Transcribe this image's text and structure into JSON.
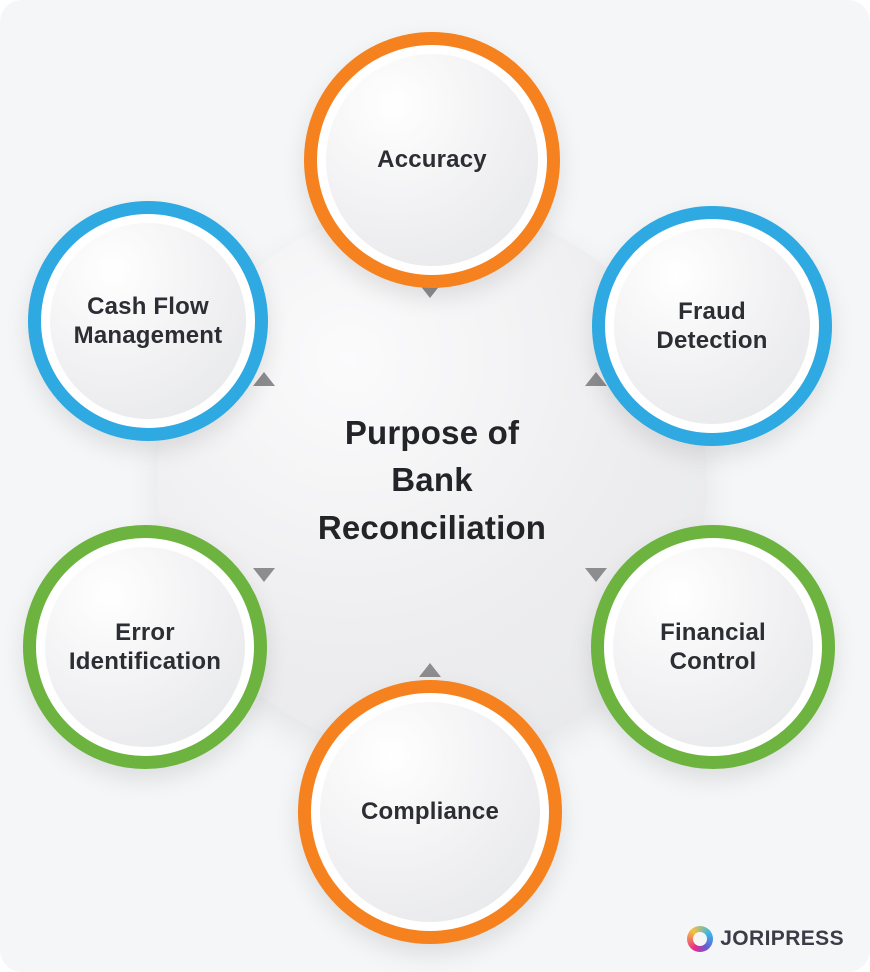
{
  "title": "Purpose of\nBank\nReconciliation",
  "nodes": [
    {
      "id": "accuracy",
      "label": "Accuracy",
      "ring_color": "#F5821F"
    },
    {
      "id": "fraud-detection",
      "label": "Fraud\nDetection",
      "ring_color": "#2EA9E1"
    },
    {
      "id": "cash-flow-management",
      "label": "Cash Flow\nManagement",
      "ring_color": "#2EA9E1"
    },
    {
      "id": "error-identification",
      "label": "Error\nIdentification",
      "ring_color": "#6CB33F"
    },
    {
      "id": "financial-control",
      "label": "Financial\nControl",
      "ring_color": "#6CB33F"
    },
    {
      "id": "compliance",
      "label": "Compliance",
      "ring_color": "#F5821F"
    }
  ],
  "colors": {
    "orange": "#F5821F",
    "blue": "#2EA9E1",
    "green": "#6CB33F",
    "arrow": "#8D8D8F",
    "background": "#F5F6F7",
    "text": "#2C2E33"
  },
  "brand": {
    "name": "JORIPRESS"
  }
}
